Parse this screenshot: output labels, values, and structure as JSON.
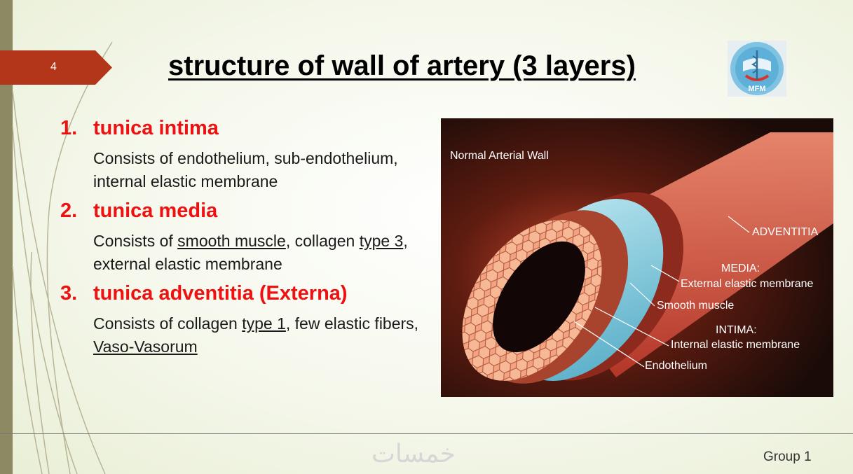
{
  "slide": {
    "number": "4",
    "title": "structure of wall of artery (3 layers)",
    "footer": "Group 1",
    "watermark": "خمسات",
    "logo_text": "MFM"
  },
  "layers": [
    {
      "num": "1.",
      "heading": "tunica intima",
      "desc": "Consists of endothelium, sub-endothelium, internal elastic membrane"
    },
    {
      "num": "2.",
      "heading": "tunica media",
      "desc_parts": [
        "Consists of ",
        "smooth muscle",
        ", collagen ",
        "type 3",
        ", external elastic membrane"
      ]
    },
    {
      "num": "3.",
      "heading": "tunica adventitia (Externa)",
      "desc_parts": [
        "Consists of collagen ",
        "type 1",
        ", few elastic fibers, ",
        "Vaso-Vasorum"
      ]
    }
  ],
  "figure": {
    "title": "Normal Arterial Wall",
    "labels": {
      "adventitia": "ADVENTITIA",
      "media": "MEDIA:",
      "external": "External elastic membrane",
      "smooth": "Smooth muscle",
      "intima": "INTIMA:",
      "internal": "Internal elastic membrane",
      "endothelium": "Endothelium"
    }
  },
  "colors": {
    "heading": "#ee1111",
    "slide_number_bg": "#b4361a",
    "left_strip": "#8d8a63"
  }
}
